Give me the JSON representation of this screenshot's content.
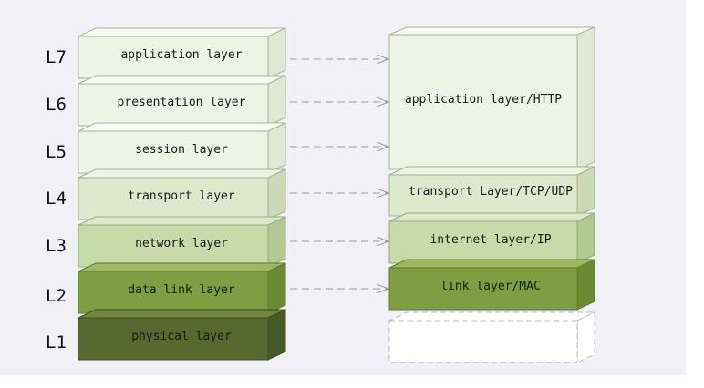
{
  "osi_layers": [
    {
      "level": "L7",
      "name": "application layer"
    },
    {
      "level": "L6",
      "name": "presentation layer"
    },
    {
      "level": "L5",
      "name": "session layer"
    },
    {
      "level": "L4",
      "name": "transport layer"
    },
    {
      "level": "L3",
      "name": "network layer"
    },
    {
      "level": "L2",
      "name": "data link layer"
    },
    {
      "level": "L1",
      "name": "physical layer"
    }
  ],
  "tcpip_layers": [
    {
      "name": "application layer/HTTP"
    },
    {
      "name": "transport Layer/TCP/UDP"
    },
    {
      "name": "internet layer/IP"
    },
    {
      "name": "link layer/MAC"
    },
    {
      "name": ""
    }
  ],
  "colors": {
    "background": "#f1f1f5",
    "shade_1": "#eef3e6",
    "shade_2": "#e4eed5",
    "shade_3": "#d7e6c3",
    "shade_4": "#c6dba9",
    "shade_5": "#7d9f42",
    "shade_6": "#56692f",
    "arrow": "#9a9a9a"
  }
}
